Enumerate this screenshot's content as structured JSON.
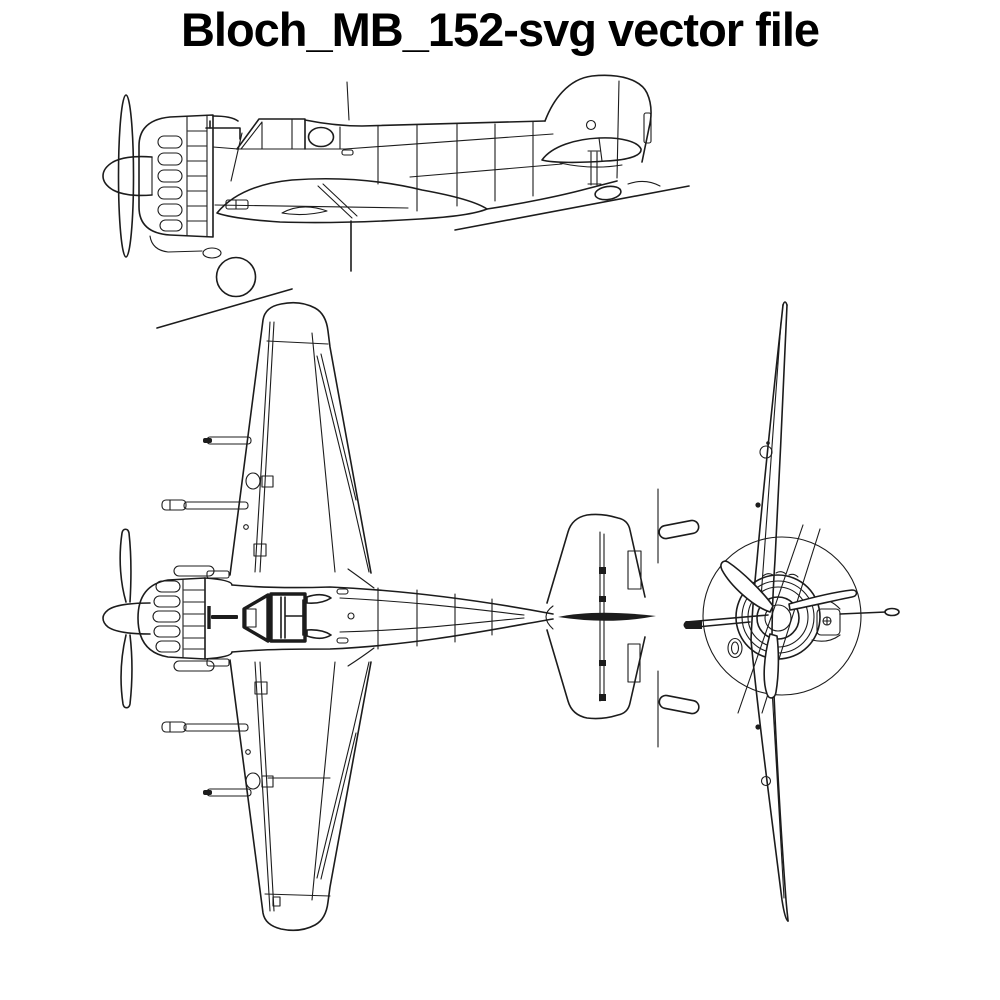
{
  "title": "Bloch_MB_152-svg vector file",
  "colors": {
    "background": "#ffffff",
    "line": "#1c1c1c",
    "text": "#000000"
  },
  "diagram": {
    "subject": "Bloch MB 152 fighter aircraft three-view technical line drawing",
    "views": [
      {
        "id": "side-view",
        "description": "left side profile with propeller, engine cowling, canopy, tail and ground lines"
      },
      {
        "id": "plan-view",
        "description": "top view, nose pointing left, wings spanning vertically with wing guns"
      },
      {
        "id": "front-view",
        "description": "front view rotated 90 degrees, three-blade propeller on round cowling"
      }
    ]
  }
}
